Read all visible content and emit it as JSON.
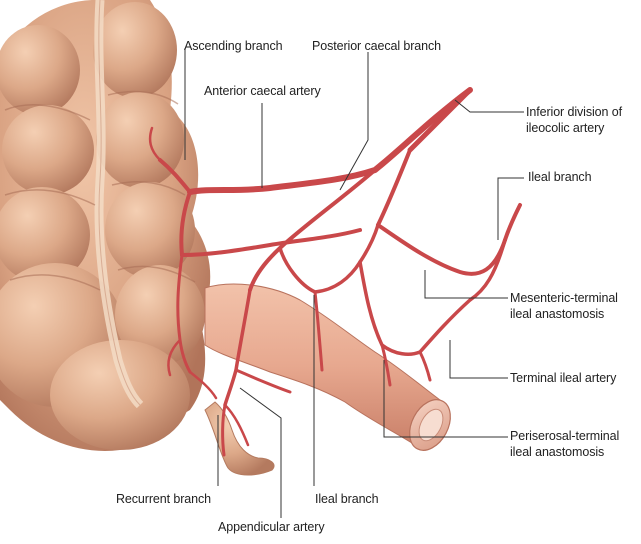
{
  "labels": {
    "ascending_branch": "Ascending branch",
    "posterior_caecal_branch": "Posterior caecal branch",
    "anterior_caecal_artery": "Anterior caecal artery",
    "inferior_division_line1": "Inferior division of",
    "inferior_division_line2": "ileocolic artery",
    "ileal_branch_right": "Ileal branch",
    "mesenteric_terminal_line1": "Mesenteric-terminal",
    "mesenteric_terminal_line2": "ileal anastomosis",
    "terminal_ileal_artery": "Terminal ileal artery",
    "periserosal_terminal_line1": "Periserosal-terminal",
    "periserosal_terminal_line2": "ileal anastomosis",
    "recurrent_branch": "Recurrent branch",
    "ileal_branch_bottom": "Ileal branch",
    "appendicular_artery": "Appendicular artery"
  },
  "colors": {
    "colon": "#d9a282",
    "colon_shadow": "#b77a5c",
    "ileum": "#e6a58c",
    "artery": "#c9484a",
    "leader": "#333333",
    "text": "#222222"
  }
}
